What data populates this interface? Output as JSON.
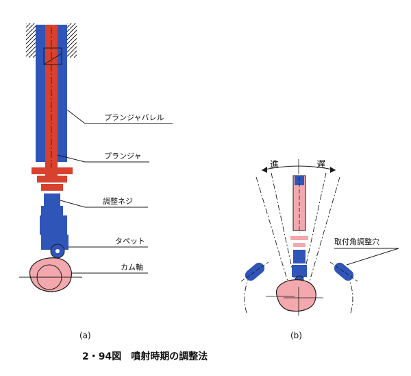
{
  "figure": {
    "caption": "2・94図　噴射時期の調整法",
    "colors": {
      "barrel_blue": "#2f55b8",
      "plunger_red": "#d8412d",
      "pink_fill": "#f2a8ad",
      "ink": "#1a1a1a"
    }
  },
  "diagram_a": {
    "sublabel": "(a)",
    "callouts": [
      {
        "id": "barrel",
        "text": "プランジャバレル"
      },
      {
        "id": "plunger",
        "text": "プランジャ"
      },
      {
        "id": "screw",
        "text": "調整ネジ"
      },
      {
        "id": "tappet",
        "text": "タペット"
      },
      {
        "id": "camshaft",
        "text": "カム軸"
      }
    ]
  },
  "diagram_b": {
    "sublabel": "(b)",
    "advance_label": "進",
    "retard_label": "遅",
    "hole_label": "取付角調整穴"
  }
}
